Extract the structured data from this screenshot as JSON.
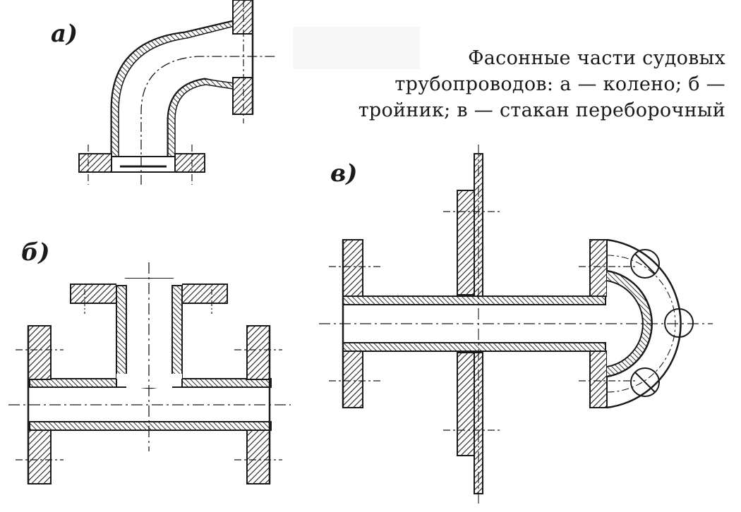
{
  "caption": {
    "line1": "Фасонные части судовых",
    "line2": "трубопроводов: а — колено; б —",
    "line3": "тройник; в — стакан переборочный"
  },
  "labels": {
    "a": "а)",
    "b": "б)",
    "v": "в)"
  },
  "colors": {
    "ink": "#1a1a1a",
    "paper": "#ffffff"
  }
}
